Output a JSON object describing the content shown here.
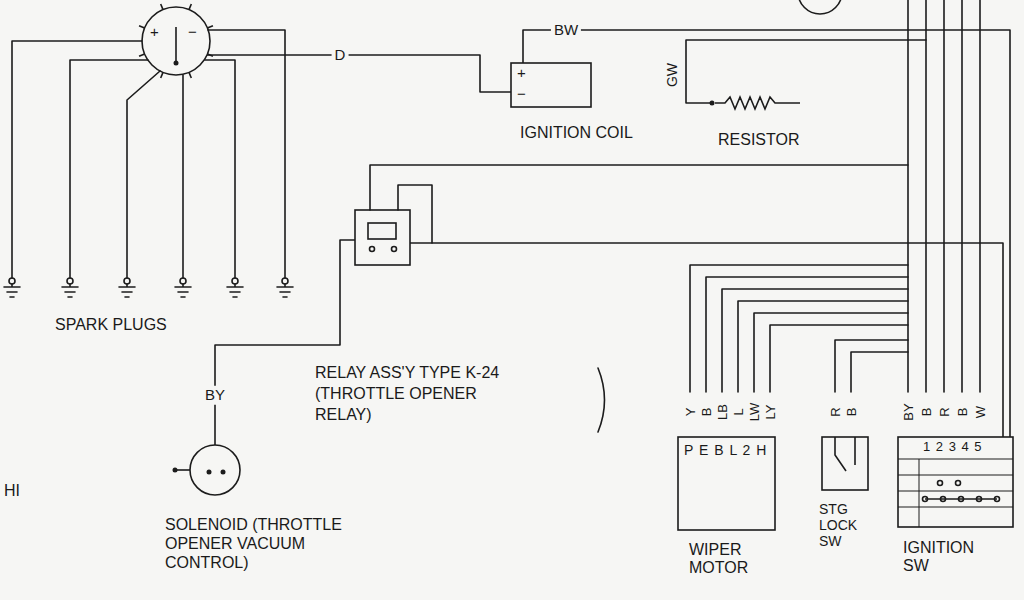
{
  "diagram": {
    "nodes": [
      {
        "text": [
          "+",
          "−"
        ]
      },
      {
        "text": [
          "IGNITION COIL",
          "+",
          "−"
        ]
      },
      {
        "text": [
          "RESISTOR"
        ]
      },
      {
        "text": [
          "RELAY ASS'Y TYPE K-24 (THROTTLE OPENER RELAY)"
        ]
      },
      {
        "text": [
          "SOLENOID (THROTTLE OPENER VACUUM CONTROL)"
        ]
      },
      {
        "text": [
          "P E B L 2 H",
          "WIPER MOTOR"
        ]
      },
      {
        "text": [
          "STG LOCK SW"
        ]
      },
      {
        "text": [
          "1 2 3 4 5",
          "IGNITION SW"
        ]
      }
    ],
    "edges": [
      {
        "from": 0,
        "to": 1,
        "label": "D",
        "arrow": "none"
      },
      {
        "from": 1,
        "to": 7,
        "label": "BW",
        "arrow": "none"
      },
      {
        "from": 3,
        "to": 4,
        "label": "BY",
        "arrow": "none"
      },
      {
        "from": 3,
        "to": 7,
        "arrow": "none"
      }
    ],
    "labels": [
      "SPARK PLUGS",
      "GW",
      "HI",
      "Y",
      "B",
      "LB",
      "L",
      "LW",
      "LY",
      "R",
      "B",
      "BY",
      "B",
      "R",
      "B",
      "W"
    ]
  }
}
